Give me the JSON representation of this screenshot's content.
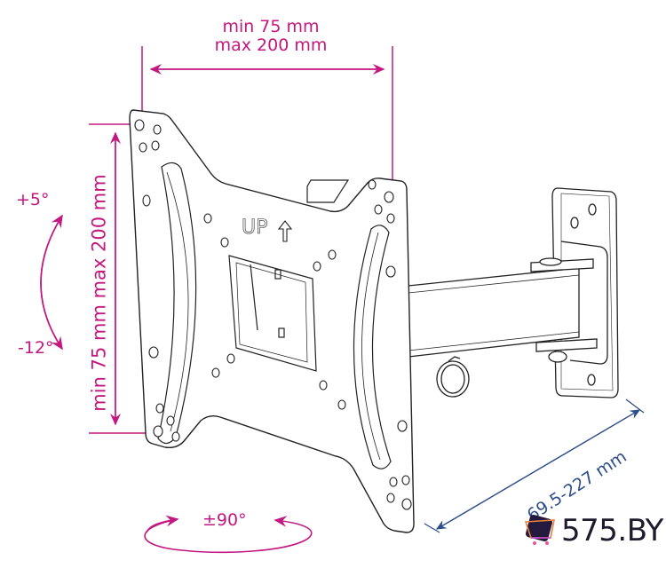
{
  "diagram": {
    "subject": "TV wall mount bracket (tilt/swivel arm)",
    "plate_marking": "UP",
    "annotations": {
      "vesa_horizontal": {
        "line1": "min 75 mm",
        "line2": "max 200 mm"
      },
      "vesa_vertical": "min 75 mm max 200 mm",
      "tilt_up": "+5°",
      "tilt_down": "-12°",
      "swivel": "±90°",
      "wall_distance": "69.5-227 mm"
    },
    "colors": {
      "annotation_magenta": "#c2187f",
      "dimension_blue": "#2e4e8a",
      "line_art": "#222222",
      "background": "#ffffff"
    }
  },
  "watermark": {
    "text": "575.BY"
  }
}
